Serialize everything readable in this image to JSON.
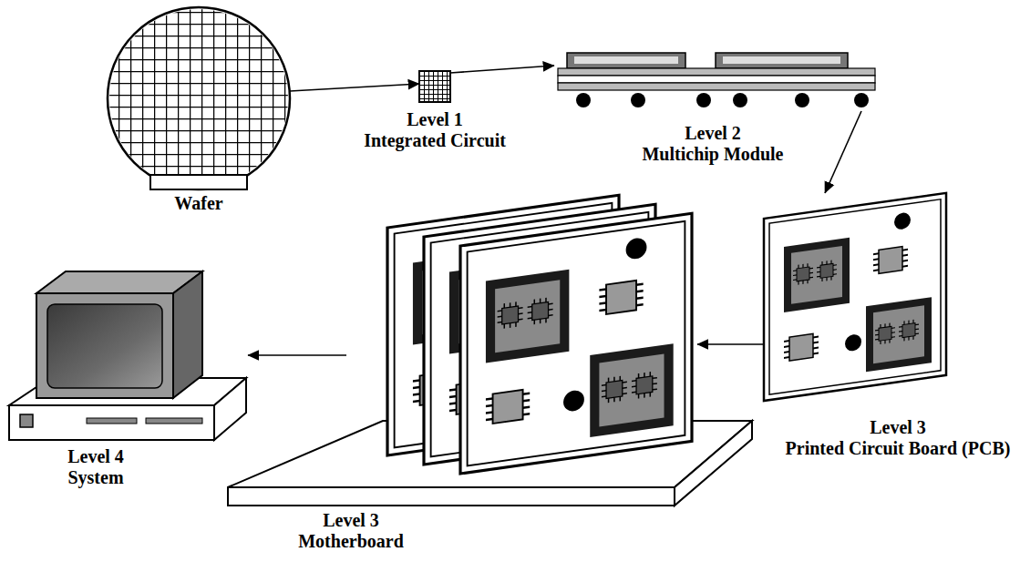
{
  "diagram": {
    "nodes": [
      {
        "text": [
          "Wafer"
        ]
      },
      {
        "text": [
          "Level 1 Integrated Circuit"
        ]
      },
      {
        "text": [
          "Level 2 Multichip Module"
        ]
      },
      {
        "text": [
          "Level 3 Printed Circuit Board (PCB)"
        ]
      },
      {
        "text": [
          "Level 3 Motherboard"
        ]
      },
      {
        "text": [
          "Level 4 System"
        ]
      }
    ],
    "edges": [
      {
        "from": 0,
        "to": 1,
        "arrow": "to"
      },
      {
        "from": 1,
        "to": 2,
        "arrow": "to"
      },
      {
        "from": 2,
        "to": 3,
        "arrow": "to"
      },
      {
        "from": 3,
        "to": 4,
        "arrow": "to"
      },
      {
        "from": 4,
        "to": 5,
        "arrow": "to"
      }
    ]
  }
}
